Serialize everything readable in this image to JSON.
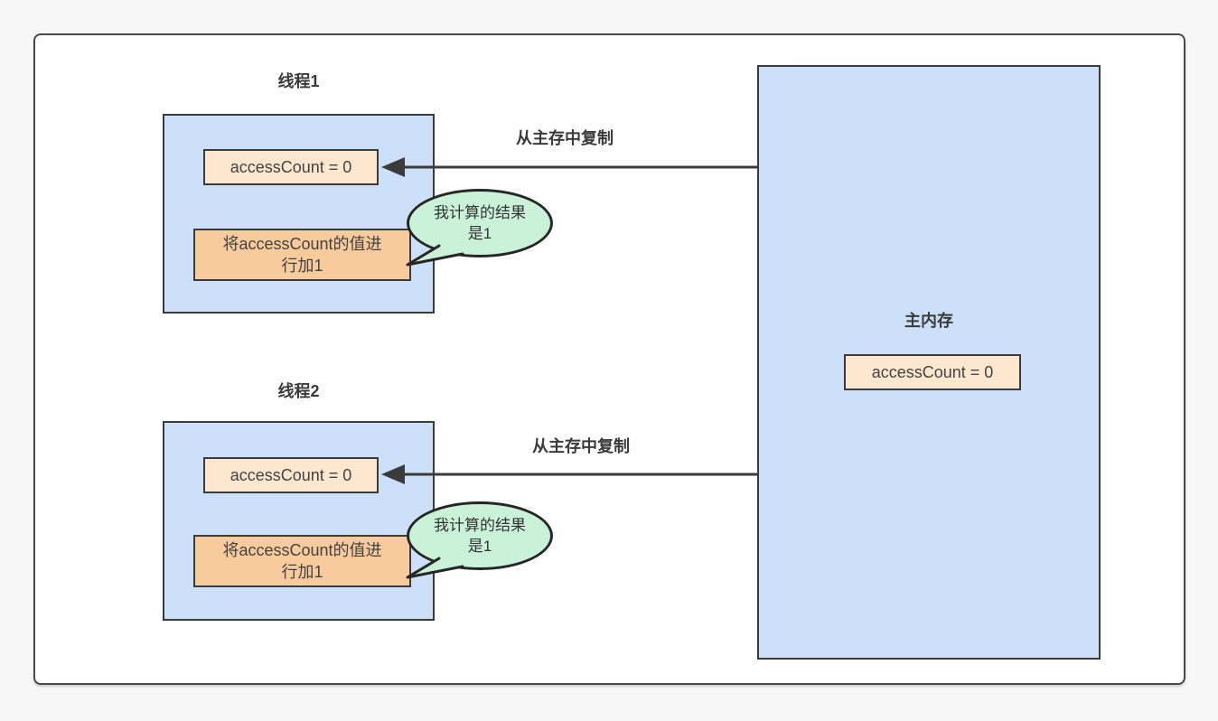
{
  "diagram": {
    "threads": [
      {
        "title": "线程1",
        "access_value": "accessCount = 0",
        "op_lines": [
          "将accessCount的值进",
          "行加1"
        ],
        "bubble_lines": [
          "我计算的结果",
          "是1"
        ],
        "arrow_label": "从主存中复制"
      },
      {
        "title": "线程2",
        "access_value": "accessCount = 0",
        "op_lines": [
          "将accessCount的值进",
          "行加1"
        ],
        "bubble_lines": [
          "我计算的结果",
          "是1"
        ],
        "arrow_label": "从主存中复制"
      }
    ],
    "main_memory": {
      "title": "主内存",
      "access_value": "accessCount = 0"
    },
    "colors": {
      "background": "#f7f7f7",
      "frame_fill": "#ffffff",
      "thread_box_fill": "#cce1f9",
      "memory_box_fill": "#cce1f9",
      "access_box_fill": "#fde7cf",
      "op_box_fill": "#f8cb9d",
      "bubble_fill": "#c9f2d9",
      "stroke": "#3b3b3b"
    }
  }
}
